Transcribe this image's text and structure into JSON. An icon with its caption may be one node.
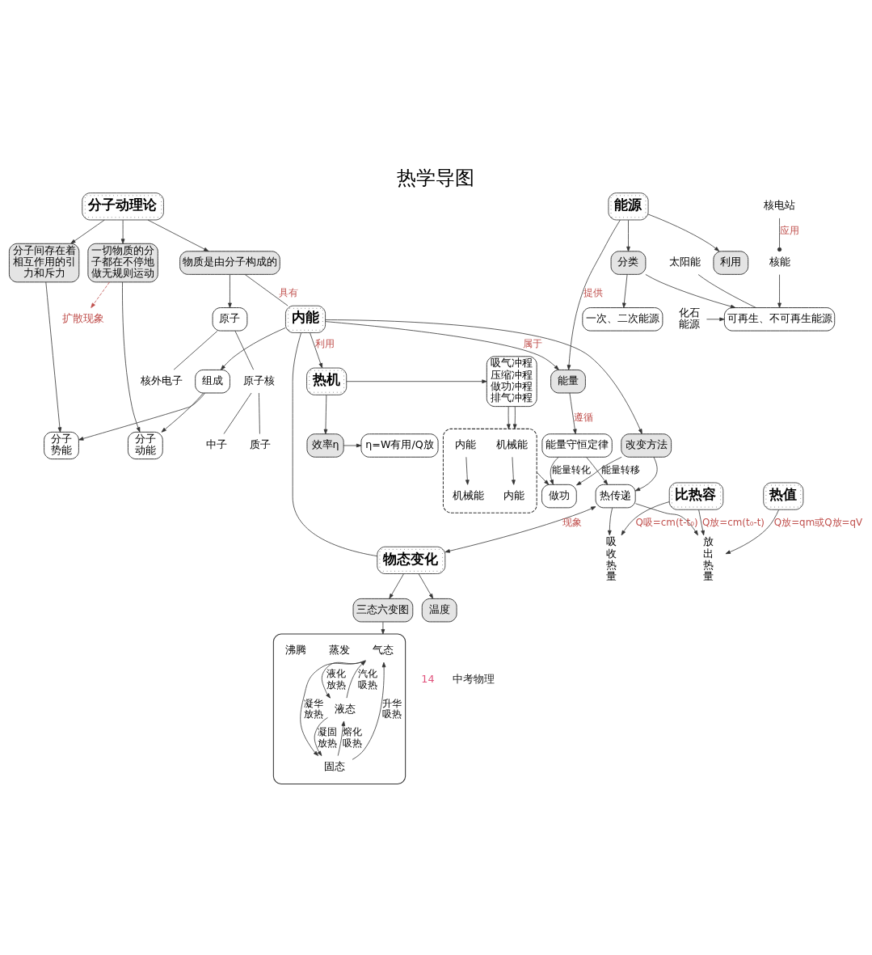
{
  "diagram": {
    "title": "热学导图",
    "nodes": [
      {
        "text": [
          "原子"
        ]
      },
      {
        "text": [
          "原子核"
        ]
      },
      {
        "text": [
          "质子"
        ]
      },
      {
        "text": [
          "中子"
        ]
      },
      {
        "text": [
          "核外电子"
        ]
      },
      {
        "text": [
          "物质是由分子构成的"
        ]
      },
      {
        "text": [
          "分子动理论"
        ]
      },
      {
        "text": [
          "扩散现象"
        ]
      },
      {
        "text": [
          "一切物质的分子都在不停地做无规则运动"
        ]
      },
      {
        "text": [
          "分子间存在着相互作用的引力和斥力"
        ]
      },
      {
        "text": [
          "分子动能"
        ]
      },
      {
        "text": [
          "组成"
        ]
      },
      {
        "text": [
          "分子势能"
        ]
      },
      {
        "text": [
          "内能"
        ]
      },
      {
        "text": [
          "能源"
        ]
      },
      {
        "text": [
          "分类"
        ]
      },
      {
        "text": [
          "一次、二次能源"
        ]
      },
      {
        "text": [
          "可再生、不可再生能源"
        ]
      },
      {
        "text": [
          "化石能源"
        ]
      },
      {
        "text": [
          "太阳能"
        ]
      },
      {
        "text": [
          "核能"
        ]
      },
      {
        "text": [
          "核电站"
        ]
      },
      {
        "text": [
          "利用"
        ]
      },
      {
        "text": [
          "能量"
        ]
      },
      {
        "text": [
          "能量守恒定律"
        ]
      },
      {
        "text": [
          "效率η"
        ]
      },
      {
        "text": [
          "η=W有用/Q放"
        ]
      },
      {
        "text": [
          "热机"
        ]
      },
      {
        "text": [
          "吸气冲程",
          "压缩冲程",
          "做功冲程",
          "排气冲程"
        ]
      },
      {
        "text": [],
        "shape": "box"
      },
      {
        "text": [
          "机械能"
        ],
        "in": 29
      },
      {
        "text": [
          "内能"
        ],
        "in": 29
      },
      {
        "text": [
          "内能"
        ],
        "in": 29
      },
      {
        "text": [
          "机械能"
        ],
        "in": 29
      },
      {
        "text": [
          "改变方法"
        ]
      },
      {
        "text": [
          "做功"
        ]
      },
      {
        "text": [
          "热传递"
        ]
      },
      {
        "text": [
          "物态变化"
        ]
      },
      {
        "text": [
          "三态六变图"
        ]
      },
      {
        "text": [],
        "shape": "box"
      },
      {
        "text": [
          "气态"
        ],
        "in": 39
      },
      {
        "text": [
          "液态"
        ],
        "in": 39
      },
      {
        "text": [
          "固态"
        ],
        "in": 39
      },
      {
        "text": [
          "温度"
        ]
      },
      {
        "text": [
          "吸收热量"
        ]
      },
      {
        "text": [
          "放出热量"
        ]
      },
      {
        "text": [
          "热值"
        ]
      },
      {
        "text": [
          "比热容"
        ]
      }
    ],
    "edges": [
      {
        "from": 0,
        "to": 1,
        "arrow": "none"
      },
      {
        "from": 0,
        "to": 4,
        "arrow": "none"
      },
      {
        "from": 1,
        "to": 2,
        "arrow": "none"
      },
      {
        "from": 1,
        "to": 3,
        "arrow": "none"
      },
      {
        "from": 5,
        "to": 0,
        "arrow": "to"
      },
      {
        "from": 6,
        "to": 5,
        "arrow": "to"
      },
      {
        "from": 6,
        "to": 8,
        "arrow": "to"
      },
      {
        "from": 6,
        "to": 9,
        "arrow": "to"
      },
      {
        "from": 8,
        "to": 7,
        "arrow": "to",
        "style": "dashed",
        "color": "#c0504d"
      },
      {
        "from": 8,
        "to": 10,
        "arrow": "to"
      },
      {
        "from": 9,
        "to": 12,
        "arrow": "to"
      },
      {
        "from": 11,
        "to": 10,
        "arrow": "to"
      },
      {
        "from": 11,
        "to": 12,
        "arrow": "to"
      },
      {
        "from": 13,
        "to": 11,
        "arrow": "to"
      },
      {
        "from": 5,
        "to": 13,
        "arrow": "none",
        "label": "具有"
      },
      {
        "from": 13,
        "to": 37,
        "arrow": "none"
      },
      {
        "from": 14,
        "to": 15,
        "arrow": "to"
      },
      {
        "from": 14,
        "to": 22,
        "arrow": "to"
      },
      {
        "from": 15,
        "to": 16,
        "arrow": "to"
      },
      {
        "from": 15,
        "to": 17,
        "arrow": "to"
      },
      {
        "from": 18,
        "to": 17,
        "arrow": "to"
      },
      {
        "from": 19,
        "to": 17,
        "arrow": "none"
      },
      {
        "from": 20,
        "to": 17,
        "arrow": "to"
      },
      {
        "from": 21,
        "to": 20,
        "arrow": "other",
        "label": "应用"
      },
      {
        "from": 14,
        "to": 23,
        "arrow": "to",
        "label": "提供"
      },
      {
        "from": 23,
        "to": 24,
        "arrow": "to",
        "label": "遵循"
      },
      {
        "from": 13,
        "to": 23,
        "arrow": "to",
        "label": "属于"
      },
      {
        "from": 13,
        "to": 27,
        "arrow": "to",
        "label": "利用"
      },
      {
        "from": 13,
        "to": 34,
        "arrow": "to"
      },
      {
        "from": 27,
        "to": 25,
        "arrow": "to"
      },
      {
        "from": 25,
        "to": 26,
        "arrow": "to"
      },
      {
        "from": 27,
        "to": 28,
        "arrow": "to"
      },
      {
        "from": 28,
        "to": 29,
        "arrow": "to"
      },
      {
        "from": 28,
        "to": 29,
        "arrow": "to"
      },
      {
        "from": 30,
        "to": 31,
        "arrow": "to"
      },
      {
        "from": 32,
        "to": 33,
        "arrow": "to"
      },
      {
        "from": 24,
        "to": 35,
        "arrow": "to",
        "label": "能量转化"
      },
      {
        "from": 24,
        "to": 36,
        "arrow": "to",
        "label": "能量转移"
      },
      {
        "from": 29,
        "to": 35,
        "arrow": "to"
      },
      {
        "from": 34,
        "to": 35,
        "arrow": "to"
      },
      {
        "from": 34,
        "to": 36,
        "arrow": "to"
      },
      {
        "from": 36,
        "to": 37,
        "arrow": "both",
        "label": "现象"
      },
      {
        "from": 36,
        "to": 44,
        "arrow": "to"
      },
      {
        "from": 36,
        "to": 45,
        "arrow": "to"
      },
      {
        "from": 46,
        "to": 45,
        "arrow": "to",
        "label": "Q放=qm或Q放=qV"
      },
      {
        "from": 47,
        "to": 45,
        "arrow": "to",
        "label": "Q放=cm(t₀-t)"
      },
      {
        "from": 47,
        "to": 44,
        "arrow": "to",
        "label": "Q吸=cm(t-t₀)"
      },
      {
        "from": 37,
        "to": 38,
        "arrow": "to"
      },
      {
        "from": 37,
        "to": 43,
        "arrow": "to"
      },
      {
        "from": 38,
        "to": 39,
        "arrow": "to"
      },
      {
        "from": 42,
        "to": 40,
        "arrow": "to",
        "label": "升华吸热"
      },
      {
        "from": 40,
        "to": 42,
        "arrow": "to",
        "label": "凝华放热"
      },
      {
        "from": 41,
        "to": 40,
        "arrow": "to",
        "label": "汽化吸热"
      },
      {
        "from": 40,
        "to": 41,
        "arrow": "to",
        "label": "液化放热"
      },
      {
        "from": 42,
        "to": 41,
        "arrow": "to",
        "label": "熔化吸热"
      },
      {
        "from": 41,
        "to": 42,
        "arrow": "to",
        "label": "凝固放热"
      }
    ],
    "labels": [
      "蒸发",
      "沸腾",
      "14",
      "中考物理"
    ]
  }
}
